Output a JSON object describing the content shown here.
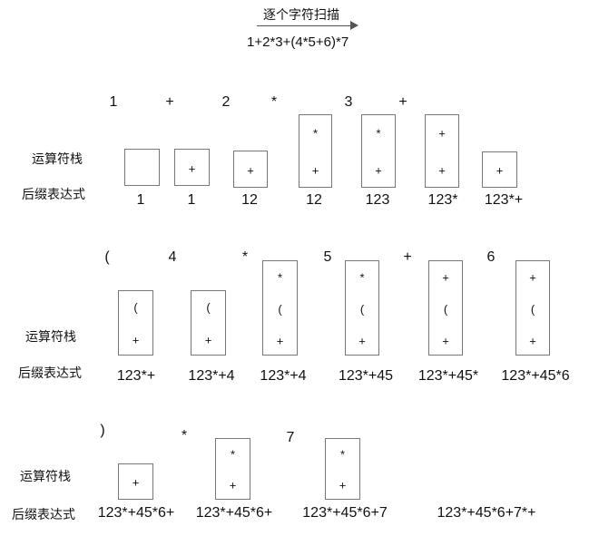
{
  "header": {
    "title": "逐个字符扫描",
    "expression": "1+2*3+(4*5+6)*7"
  },
  "labels": {
    "stack": "运算符栈",
    "postfix": "后缀表达式"
  },
  "rows": [
    {
      "tokens": [
        "1",
        "+",
        "2",
        "*",
        "3",
        "+"
      ],
      "steps": [
        {
          "stack": [],
          "postfix": "1"
        },
        {
          "stack": [
            "+"
          ],
          "postfix": "1"
        },
        {
          "stack": [
            "+"
          ],
          "postfix": "12"
        },
        {
          "stack": [
            "*",
            "+"
          ],
          "postfix": "12"
        },
        {
          "stack": [
            "*",
            "+"
          ],
          "postfix": "123"
        },
        {
          "stack": [
            "+",
            "+"
          ],
          "postfix": "123*"
        },
        {
          "stack": [
            "+"
          ],
          "postfix": "123*+"
        }
      ]
    },
    {
      "tokens": [
        "(",
        "4",
        "*",
        "5",
        "+",
        "6"
      ],
      "steps": [
        {
          "stack": [
            "(",
            "+"
          ],
          "postfix": "123*+"
        },
        {
          "stack": [
            "(",
            "+"
          ],
          "postfix": "123*+4"
        },
        {
          "stack": [
            "*",
            "(",
            "+"
          ],
          "postfix": "123*+4"
        },
        {
          "stack": [
            "*",
            "(",
            "+"
          ],
          "postfix": "123*+45"
        },
        {
          "stack": [
            "+",
            "(",
            "+"
          ],
          "postfix": "123*+45*"
        },
        {
          "stack": [
            "+",
            "(",
            "+"
          ],
          "postfix": "123*+45*6"
        }
      ]
    },
    {
      "tokens": [
        ")",
        "*",
        "7"
      ],
      "steps": [
        {
          "stack": [
            "+"
          ],
          "postfix": "123*+45*6+"
        },
        {
          "stack": [
            "*",
            "+"
          ],
          "postfix": "123*+45*6+"
        },
        {
          "stack": [
            "*",
            "+"
          ],
          "postfix": "123*+45*6+7"
        },
        {
          "stack": null,
          "postfix": "123*+45*6+7*+"
        }
      ]
    }
  ]
}
